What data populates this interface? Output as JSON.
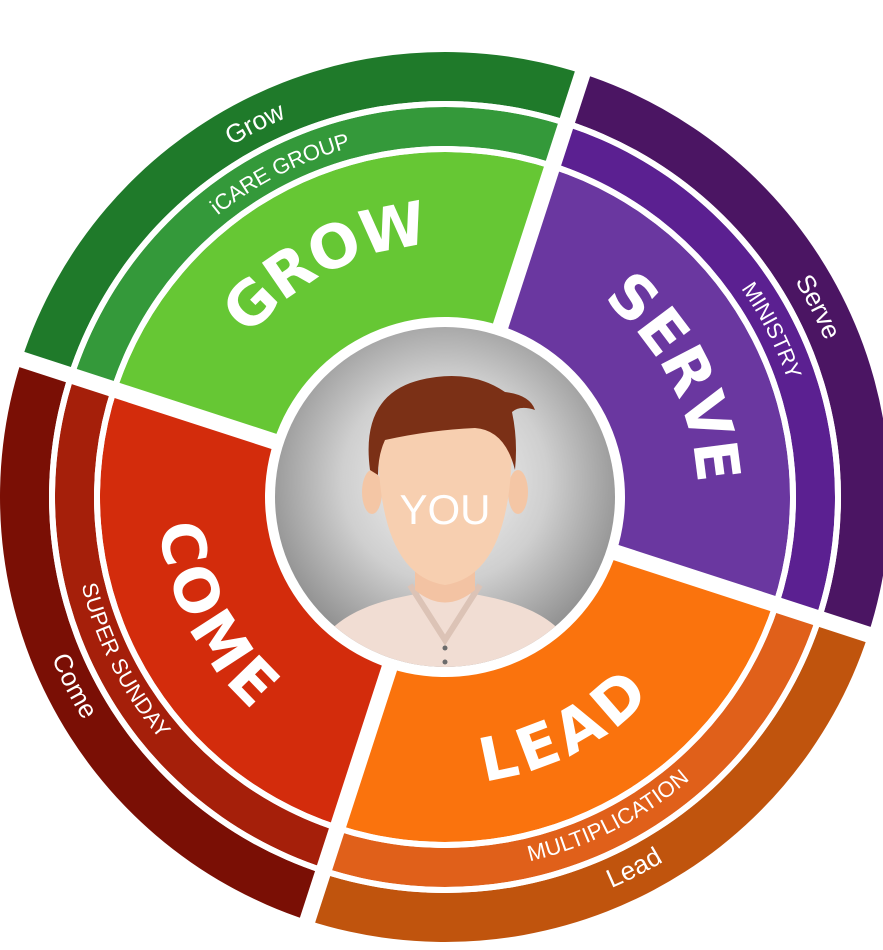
{
  "center": {
    "label": "YOU",
    "avatar_icon": "person-avatar-icon",
    "bg_color": "#8f8f8f"
  },
  "segments": [
    {
      "id": "grow",
      "inner_label": "GROW",
      "middle_label": "iCARE GROUP",
      "outer_label": "Grow",
      "colors": {
        "inner": "#66c734",
        "middle": "#34993a",
        "outer": "#1f7a2a"
      }
    },
    {
      "id": "serve",
      "inner_label": "SERVE",
      "middle_label": "MINISTRY",
      "outer_label": "Serve",
      "colors": {
        "inner": "#6a37a0",
        "middle": "#5b2091",
        "outer": "#4b1563"
      }
    },
    {
      "id": "lead",
      "inner_label": "LEAD",
      "middle_label": "MULTIPLICATION",
      "outer_label": "Lead",
      "colors": {
        "inner": "#fa730d",
        "middle": "#e0601a",
        "outer": "#c0540d"
      }
    },
    {
      "id": "come",
      "inner_label": "COME",
      "middle_label": "SUPER SUNDAY",
      "outer_label": "Come",
      "colors": {
        "inner": "#d32c0c",
        "middle": "#a51f0a",
        "outer": "#7a0f05"
      }
    }
  ]
}
